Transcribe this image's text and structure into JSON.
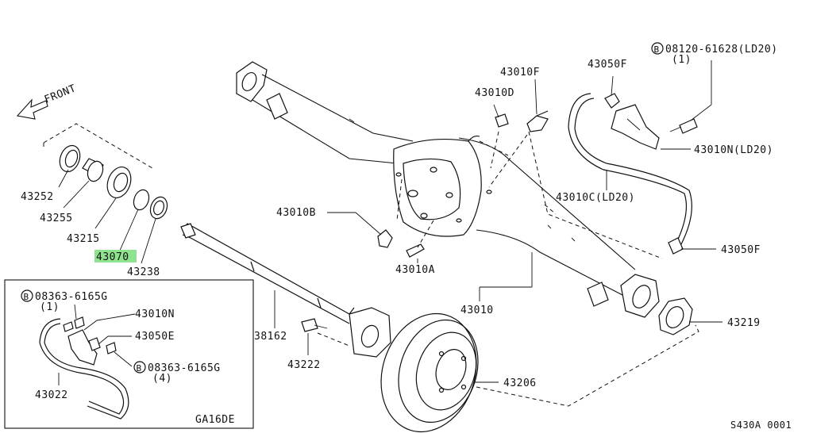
{
  "diagram_id": "S430A 0001",
  "front_label": "FRONT",
  "inset_variant": "GA16DE",
  "highlight_color": "#8fe38f",
  "labels": {
    "p43252": "43252",
    "p43255": "43255",
    "p43215": "43215",
    "p43070": "43070",
    "p43238": "43238",
    "p43010B": "43010B",
    "p43010D": "43010D",
    "p43010F": "43010F",
    "p43050F_top": "43050F",
    "bolt_top_code": "08120-61628(LD20)",
    "bolt_top_qty": "(1)",
    "p43010N_LD20": "43010N(LD20)",
    "p43010C_LD20": "43010C(LD20)",
    "p43050F_right": "43050F",
    "p43010A": "43010A",
    "p43010": "43010",
    "p43219": "43219",
    "p38162": "38162",
    "p43222": "43222",
    "p43206": "43206",
    "inset_bolt1_code": "08363-6165G",
    "inset_bolt1_qty": "(1)",
    "inset_43010N": "43010N",
    "inset_43050E": "43050E",
    "inset_bolt2_code": "08363-6165G",
    "inset_bolt2_qty": "(4)",
    "inset_43022": "43022"
  },
  "bolt_marker": "B"
}
